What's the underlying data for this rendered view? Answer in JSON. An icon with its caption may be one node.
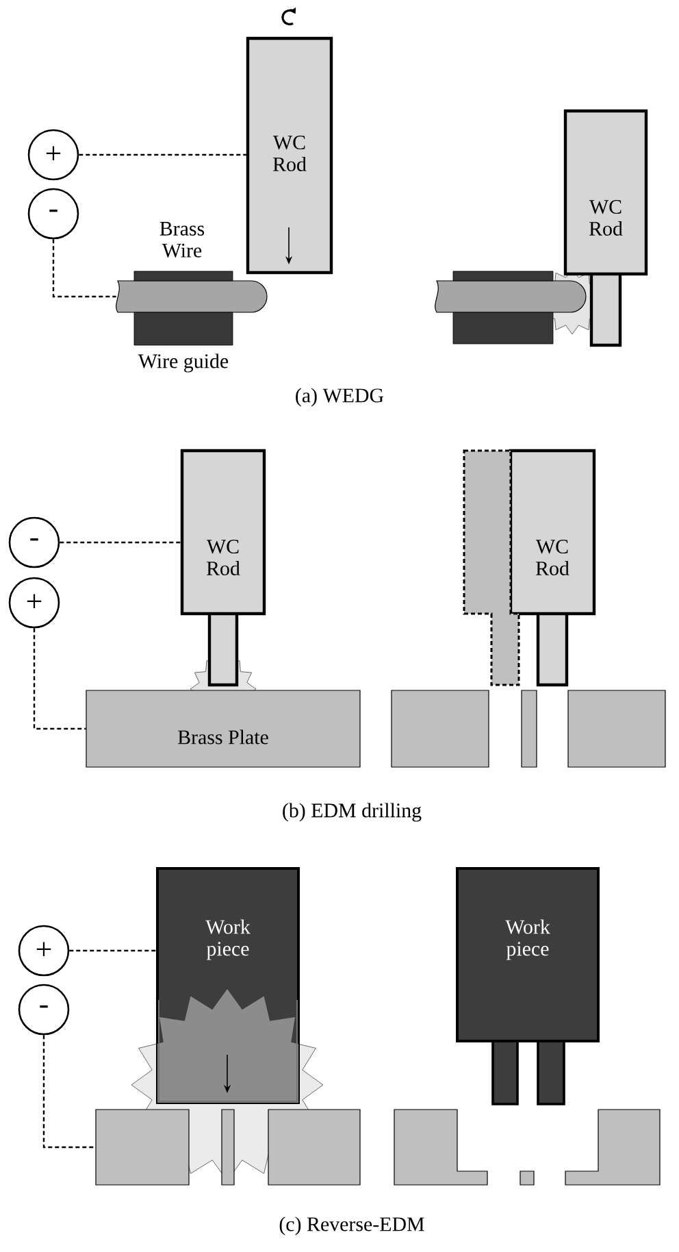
{
  "diagram": {
    "nodes": [
      {
        "text": [
          "+"
        ]
      },
      {
        "text": [
          "-"
        ]
      },
      {
        "text": [
          "WC Rod"
        ]
      },
      {
        "text": [],
        "shape": "bar"
      },
      {
        "text": [
          "WC Rod"
        ]
      },
      {
        "text": [
          "-"
        ]
      },
      {
        "text": [
          "+"
        ]
      },
      {
        "text": [
          "WC Rod"
        ]
      },
      {
        "text": [
          "Brass Plate"
        ]
      },
      {
        "text": [
          "WC Rod"
        ]
      },
      {
        "text": [
          "+"
        ]
      },
      {
        "text": [
          "-"
        ]
      },
      {
        "text": [
          "Work piece"
        ]
      },
      {
        "text": [],
        "shape": "box"
      },
      {
        "text": [
          "Work piece"
        ]
      },
      {
        "text": [],
        "shape": "bar"
      },
      {
        "text": [],
        "shape": "box"
      },
      {
        "text": [],
        "shape": "box"
      },
      {
        "text": [],
        "shape": "box"
      }
    ],
    "edges": [
      {
        "from": 0,
        "to": 2,
        "arrow": "none",
        "style": "dashed"
      },
      {
        "from": 1,
        "to": 3,
        "arrow": "none",
        "style": "dashed"
      },
      {
        "from": 5,
        "to": 7,
        "arrow": "none",
        "style": "dashed"
      },
      {
        "from": 6,
        "to": 8,
        "arrow": "none",
        "style": "dashed"
      },
      {
        "from": 10,
        "to": 12,
        "arrow": "none",
        "style": "dashed"
      },
      {
        "from": 11,
        "to": 13,
        "arrow": "none",
        "style": "dashed"
      }
    ],
    "labels": [
      "Brass Wire",
      "Wire guide",
      "(a) WEDG",
      "(b) EDM drilling",
      "(c) Reverse-EDM"
    ]
  }
}
